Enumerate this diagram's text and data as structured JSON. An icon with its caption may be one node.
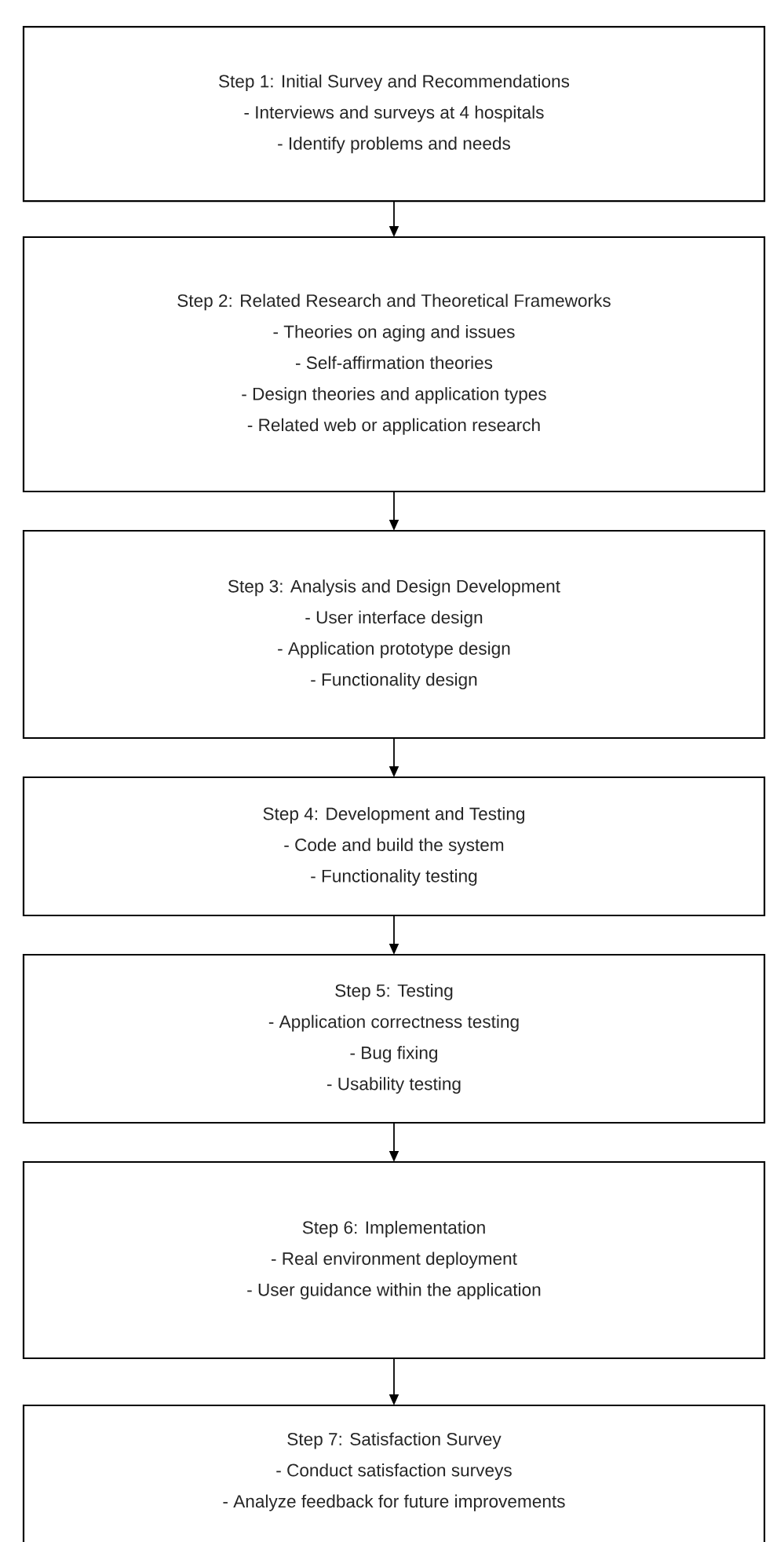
{
  "diagram": {
    "nodes": [
      {
        "text": [
          "Step 1: Initial Survey and Recommendations",
          "- Interviews and surveys at 4 hospitals",
          "- Identify problems and needs"
        ]
      },
      {
        "text": [
          "Step 2: Related Research and Theoretical Frameworks",
          "- Theories on aging and issues",
          "- Self-affirmation theories",
          "- Design theories and application types",
          "- Related web or application research"
        ]
      },
      {
        "text": [
          "Step 3: Analysis and Design Development",
          "- User interface design",
          "- Application prototype design",
          "- Functionality design"
        ]
      },
      {
        "text": [
          "Step 4: Development and Testing",
          "- Code and build the system",
          "- Functionality testing"
        ]
      },
      {
        "text": [
          "Step 5: Testing",
          "- Application correctness testing",
          "- Bug fixing",
          "- Usability testing"
        ]
      },
      {
        "text": [
          "Step 6: Implementation",
          "- Real environment deployment",
          "- User guidance within the application"
        ]
      },
      {
        "text": [
          "Step 7: Satisfaction Survey",
          "- Conduct satisfaction surveys",
          "- Analyze feedback for future improvements"
        ]
      }
    ],
    "edges": [
      {
        "from": 0,
        "to": 1,
        "arrow": "to"
      },
      {
        "from": 1,
        "to": 2,
        "arrow": "to"
      },
      {
        "from": 2,
        "to": 3,
        "arrow": "to"
      },
      {
        "from": 3,
        "to": 4,
        "arrow": "to"
      },
      {
        "from": 4,
        "to": 5,
        "arrow": "to"
      },
      {
        "from": 5,
        "to": 6,
        "arrow": "to"
      }
    ]
  }
}
